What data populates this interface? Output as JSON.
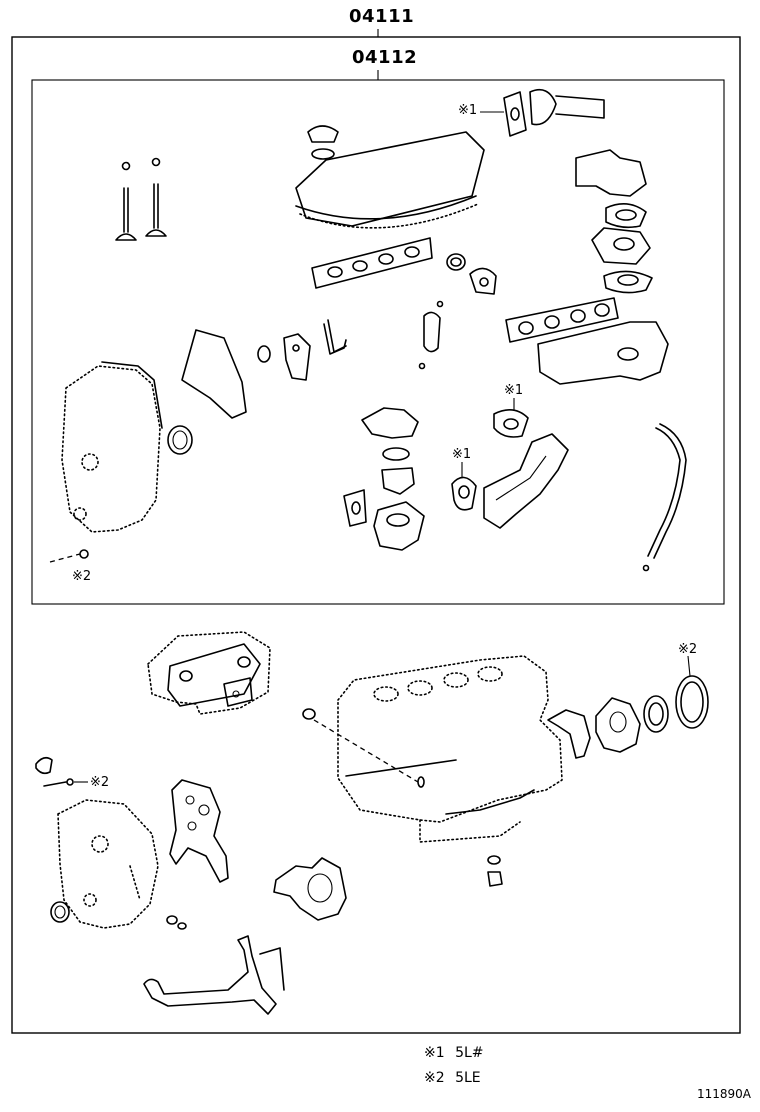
{
  "refs": {
    "outer": "04111",
    "inner": "04112"
  },
  "callouts": {
    "mark1": "※1",
    "mark2": "※2"
  },
  "legend": [
    {
      "mark": "※1",
      "text": "5L#"
    },
    {
      "mark": "※2",
      "text": "5LE"
    }
  ],
  "figure_id": "111890A"
}
